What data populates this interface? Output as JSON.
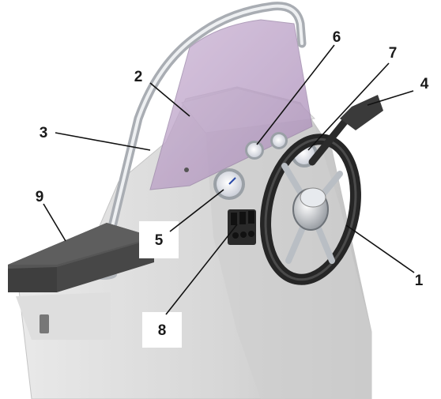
{
  "callouts": [
    {
      "number": "1",
      "part": "steering-wheel"
    },
    {
      "number": "2",
      "part": "windshield"
    },
    {
      "number": "3",
      "part": "grab-rail"
    },
    {
      "number": "4",
      "part": "throttle-lever"
    },
    {
      "number": "5",
      "part": "tachometer-gauge"
    },
    {
      "number": "6",
      "part": "small-gauge"
    },
    {
      "number": "7",
      "part": "gauge-cluster"
    },
    {
      "number": "8",
      "part": "switch-panel"
    },
    {
      "number": "9",
      "part": "seat-cushion"
    }
  ],
  "colors": {
    "console": "#d9d9d9",
    "windshield": "#b79cc4",
    "rail": "#c8cbcf",
    "wheel": "#2b2b2b",
    "seat": "#4a4a4a",
    "switches": "#222222"
  }
}
